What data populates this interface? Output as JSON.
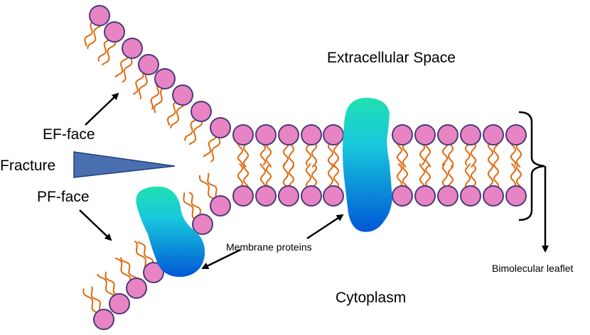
{
  "labels": {
    "extracellular": "Extracellular Space",
    "cytoplasm": "Cytoplasm",
    "ef_face": "EF-face",
    "pf_face": "PF-face",
    "fracture": "Fracture",
    "membrane_proteins": "Membrane proteins",
    "bimolecular_leaflet": "Bimolecular leaflet"
  },
  "colors": {
    "head_fill": "#e884c4",
    "head_stroke": "#4a3a7a",
    "tail": "#e06a10",
    "protein_top": "#1fe0b0",
    "protein_bottom": "#0057d6",
    "wedge": "#4a6fb0",
    "wedge_stroke": "#24407a"
  }
}
